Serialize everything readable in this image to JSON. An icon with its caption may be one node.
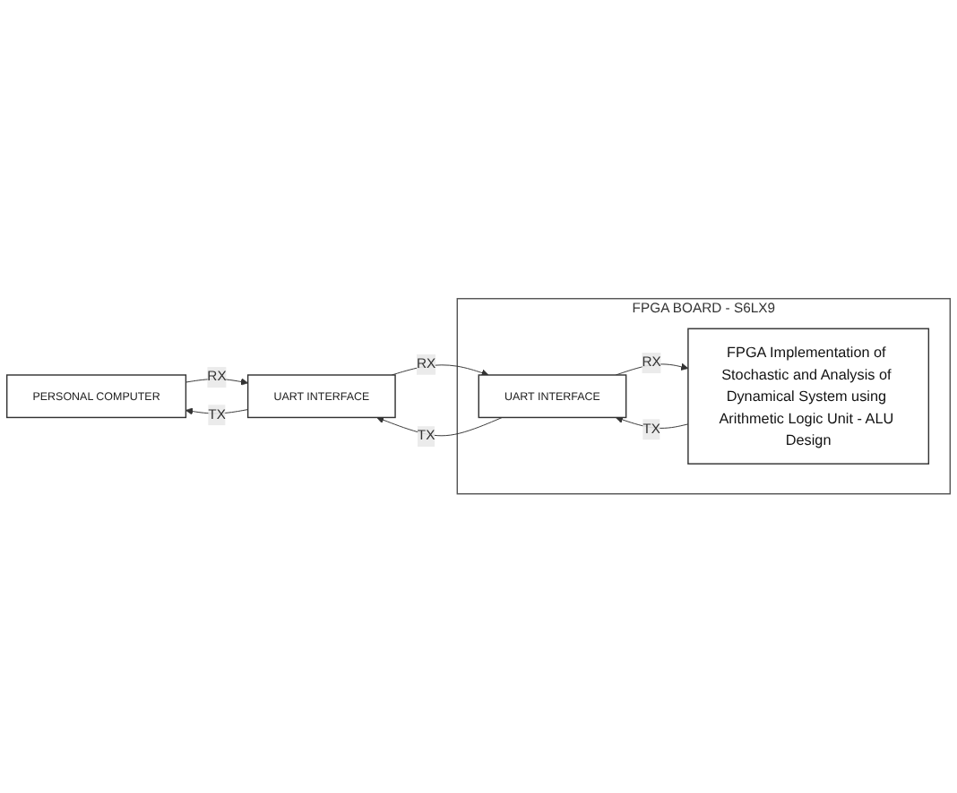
{
  "diagram": {
    "nodes": [
      {
        "text": [
          "PERSONAL COMPUTER"
        ]
      },
      {
        "text": [
          "UART INTERFACE"
        ]
      },
      {
        "text": [
          "FPGA BOARD - S6LX9"
        ]
      },
      {
        "text": [
          "UART INTERFACE"
        ],
        "in": 2
      },
      {
        "text": [
          "FPGA Implementation of Stochastic and Analysis of Dynamical System using Arithmetic Logic Unit - ALU Design"
        ],
        "in": 2
      }
    ],
    "edges": [
      {
        "from": 0,
        "to": 1,
        "arrow": "to",
        "label": "RX"
      },
      {
        "from": 1,
        "to": 0,
        "arrow": "to",
        "label": "TX"
      },
      {
        "from": 1,
        "to": 3,
        "arrow": "to",
        "label": "RX"
      },
      {
        "from": 3,
        "to": 1,
        "arrow": "to",
        "label": "TX"
      },
      {
        "from": 3,
        "to": 4,
        "arrow": "to",
        "label": "RX"
      },
      {
        "from": 4,
        "to": 3,
        "arrow": "to",
        "label": "TX"
      }
    ]
  }
}
